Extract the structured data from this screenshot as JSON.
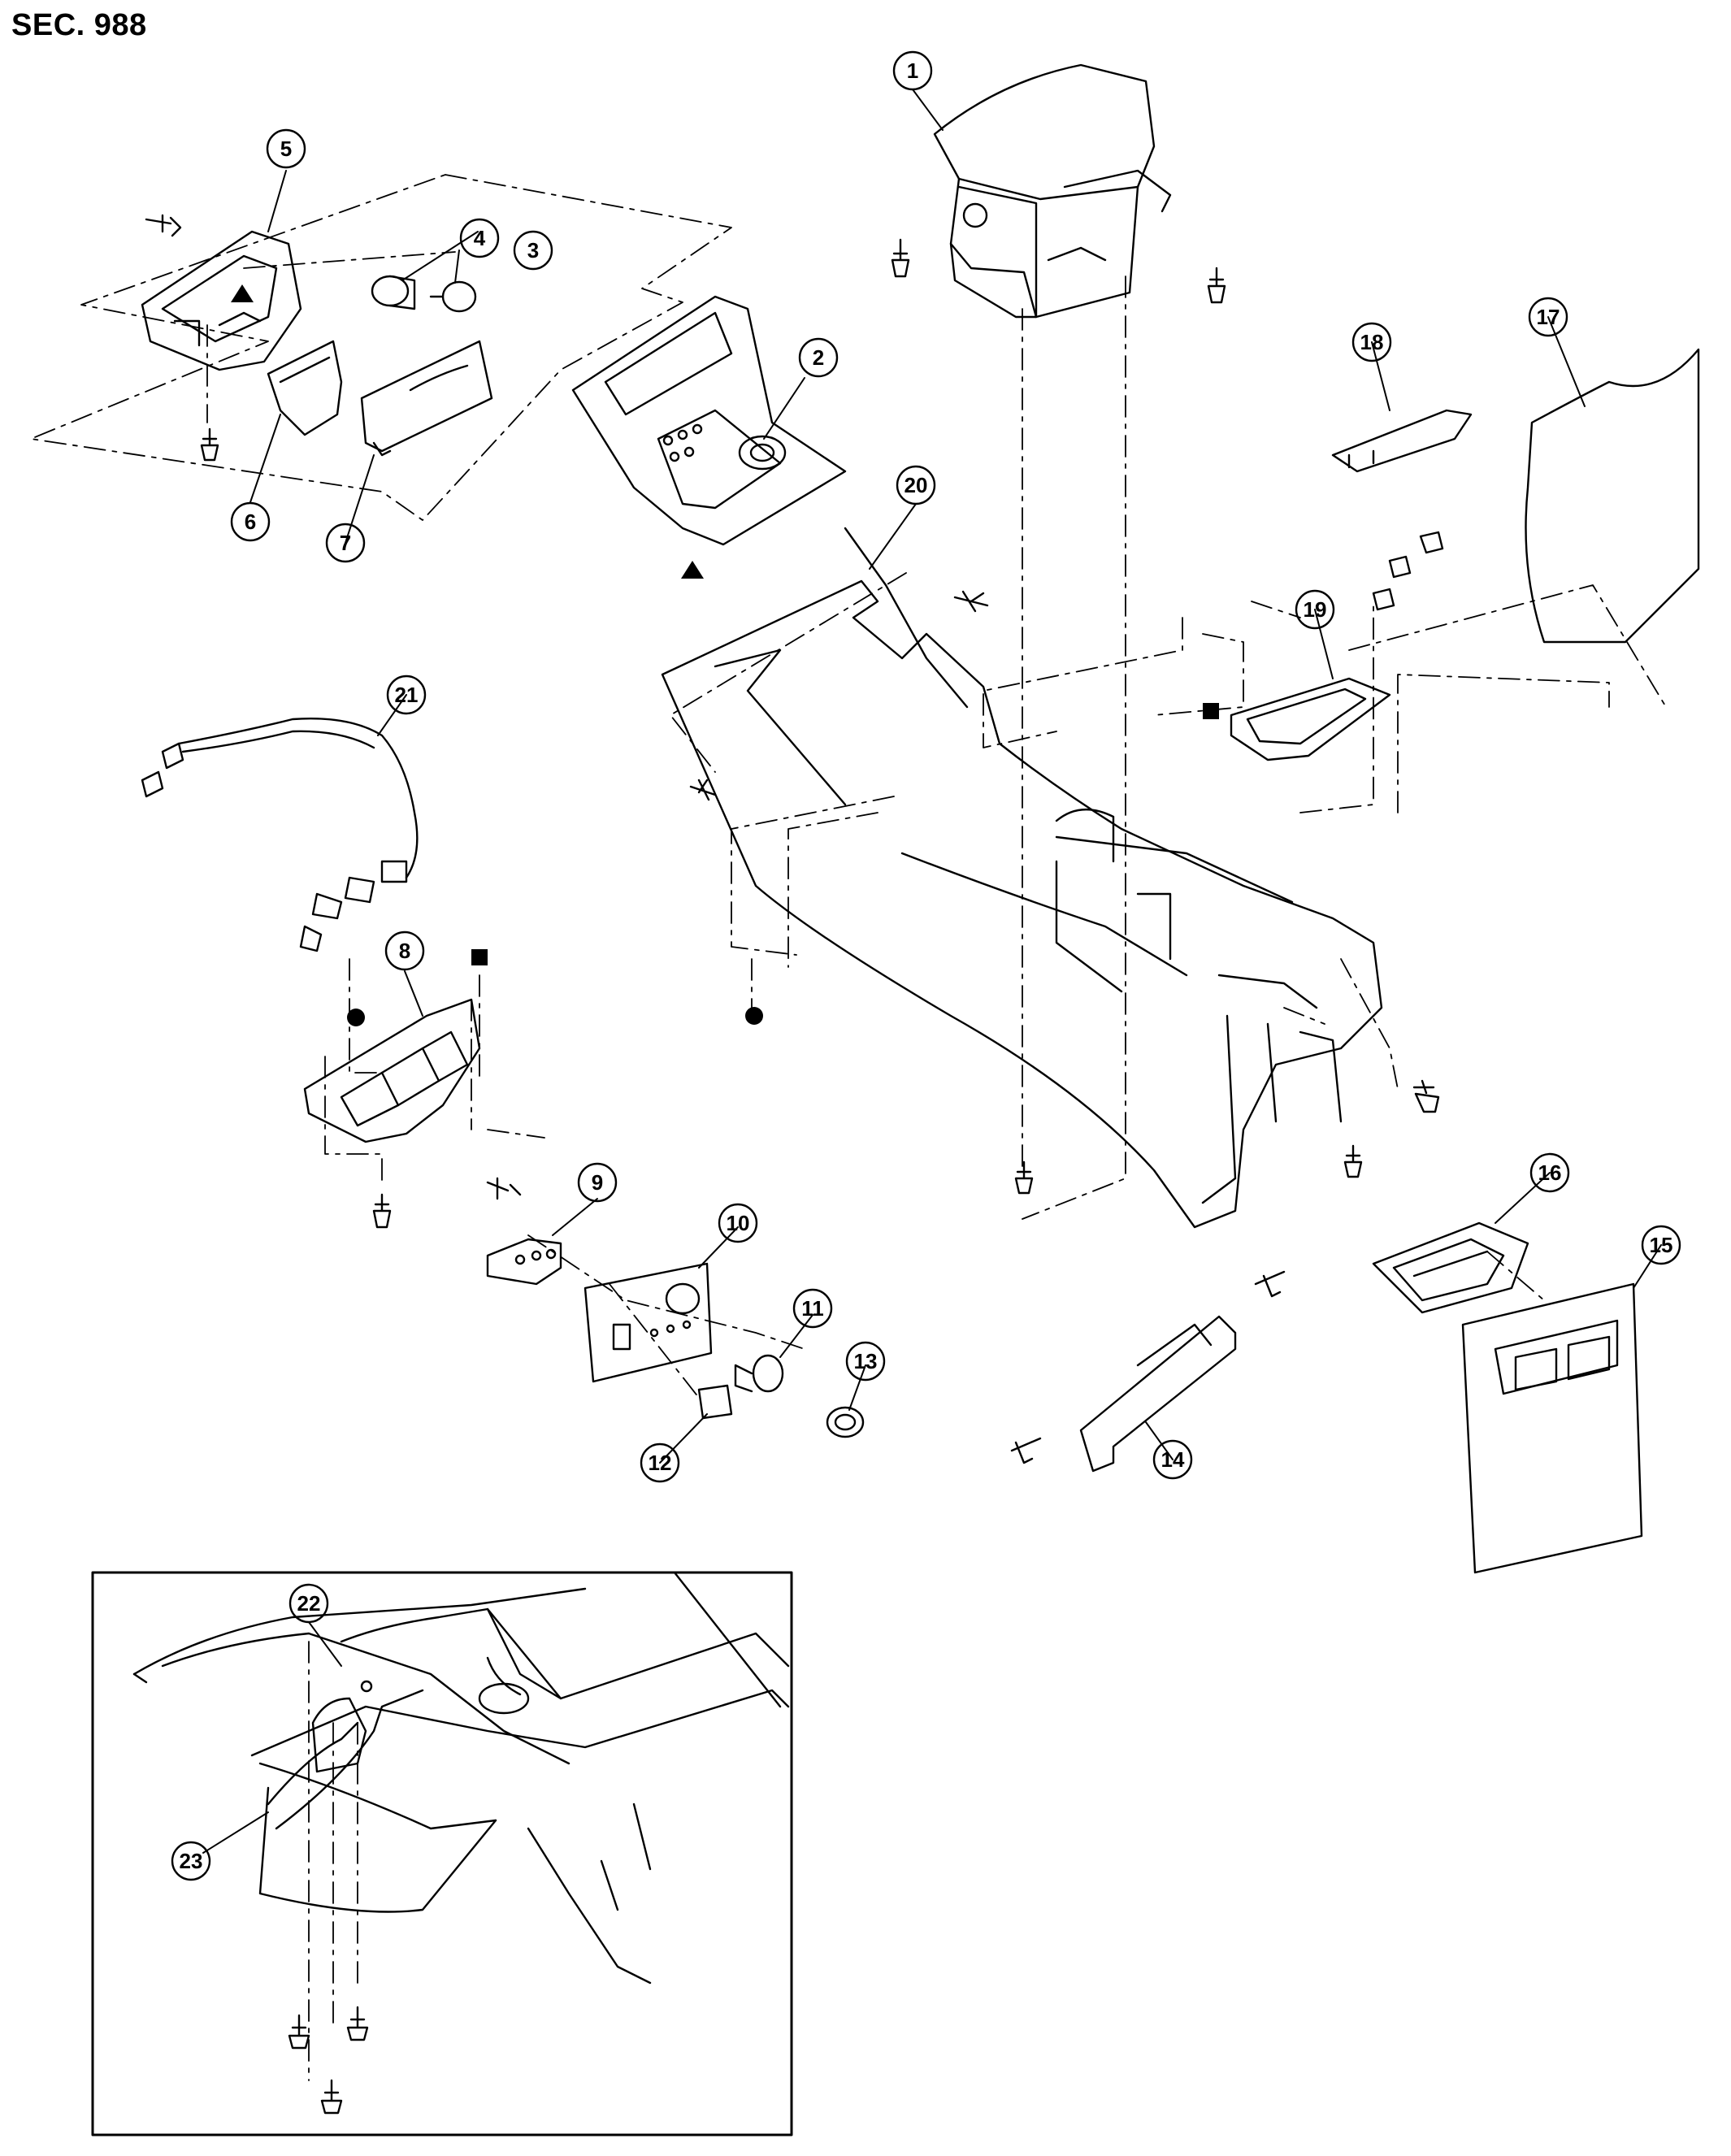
{
  "header": {
    "section_code": "SEC. 988"
  },
  "colors": {
    "ink": "#000000",
    "paper": "#ffffff"
  },
  "callouts": [
    {
      "id": "1",
      "label": "1"
    },
    {
      "id": "2",
      "label": "2"
    },
    {
      "id": "3",
      "label": "3"
    },
    {
      "id": "4",
      "label": "4"
    },
    {
      "id": "5",
      "label": "5"
    },
    {
      "id": "6",
      "label": "6"
    },
    {
      "id": "7",
      "label": "7"
    },
    {
      "id": "8",
      "label": "8"
    },
    {
      "id": "9",
      "label": "9"
    },
    {
      "id": "10",
      "label": "10"
    },
    {
      "id": "11",
      "label": "11"
    },
    {
      "id": "12",
      "label": "12"
    },
    {
      "id": "13",
      "label": "13"
    },
    {
      "id": "14",
      "label": "14"
    },
    {
      "id": "15",
      "label": "15"
    },
    {
      "id": "16",
      "label": "16"
    },
    {
      "id": "17",
      "label": "17"
    },
    {
      "id": "18",
      "label": "18"
    },
    {
      "id": "19",
      "label": "19"
    },
    {
      "id": "20",
      "label": "20"
    },
    {
      "id": "21",
      "label": "21"
    },
    {
      "id": "22",
      "label": "22"
    },
    {
      "id": "23",
      "label": "23"
    }
  ],
  "markers": [
    {
      "id": "triangle-a",
      "symbol": "triangle"
    },
    {
      "id": "triangle-b",
      "symbol": "triangle"
    },
    {
      "id": "square-a",
      "symbol": "square"
    },
    {
      "id": "square-b",
      "symbol": "square"
    },
    {
      "id": "circle-a",
      "symbol": "circle"
    },
    {
      "id": "circle-b",
      "symbol": "circle"
    }
  ]
}
